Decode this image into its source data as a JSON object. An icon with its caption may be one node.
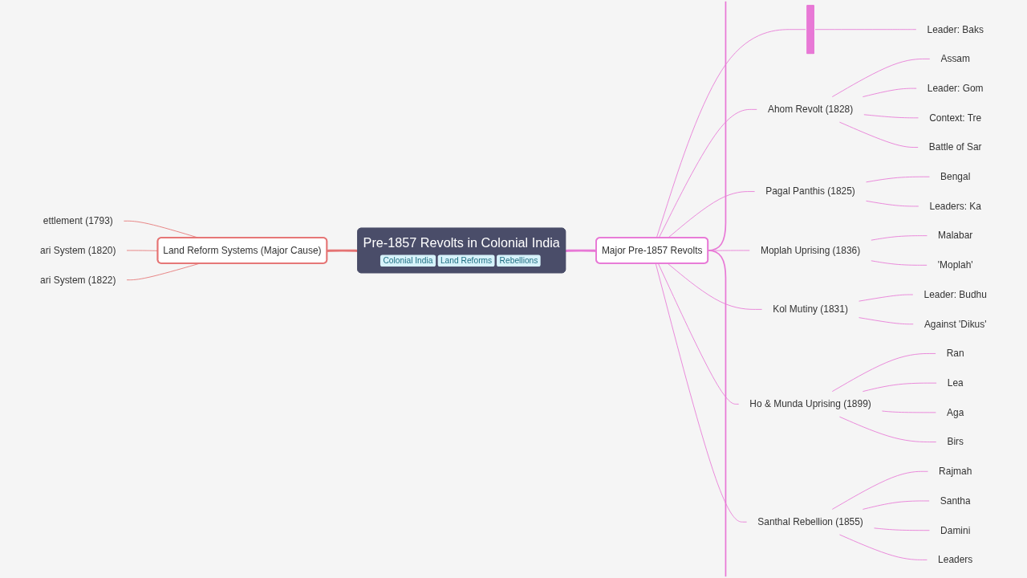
{
  "diagram": {
    "nodes": [
      {
        "text": [
          "Pre-1857 Revolts in Colonial India",
          "Colonial India",
          "Land Reforms",
          "Rebellions"
        ]
      },
      {
        "text": [
          "Land Reform Systems (Major Cause)"
        ]
      },
      {
        "text": [
          "ettlement (1793)"
        ]
      },
      {
        "text": [
          "ari System (1820)"
        ]
      },
      {
        "text": [
          "ari System (1822)"
        ]
      },
      {
        "text": [
          "Major Pre-1857 Revolts"
        ]
      },
      {
        "text": [],
        "shape": "bar"
      },
      {
        "text": [
          "Leader: Baks"
        ]
      },
      {
        "text": [
          "Ahom Revolt (1828)"
        ]
      },
      {
        "text": [
          "Assam"
        ]
      },
      {
        "text": [
          "Leader: Gom"
        ]
      },
      {
        "text": [
          "Context: Tre"
        ]
      },
      {
        "text": [
          "Battle of Sar"
        ]
      },
      {
        "text": [
          "Pagal Panthis (1825)"
        ]
      },
      {
        "text": [
          "Bengal"
        ]
      },
      {
        "text": [
          "Leaders: Ka"
        ]
      },
      {
        "text": [
          "Moplah Uprising (1836)"
        ]
      },
      {
        "text": [
          "Malabar"
        ]
      },
      {
        "text": [
          "'Moplah'"
        ]
      },
      {
        "text": [
          "Kol Mutiny (1831)"
        ]
      },
      {
        "text": [
          "Leader: Budhu"
        ]
      },
      {
        "text": [
          "Against 'Dikus'"
        ]
      },
      {
        "text": [
          "Ho & Munda Uprising (1899)"
        ]
      },
      {
        "text": [
          "Ran"
        ]
      },
      {
        "text": [
          "Lea"
        ]
      },
      {
        "text": [
          "Aga"
        ]
      },
      {
        "text": [
          "Birs"
        ]
      },
      {
        "text": [
          "Santhal Rebellion (1855)"
        ]
      },
      {
        "text": [
          "Rajmah"
        ]
      },
      {
        "text": [
          "Santha"
        ]
      },
      {
        "text": [
          "Damini"
        ]
      },
      {
        "text": [
          "Leaders"
        ]
      }
    ],
    "edges": [
      {
        "from": 1,
        "to": 0,
        "arrow": "none",
        "style": "thick",
        "color": "#e57373"
      },
      {
        "from": 2,
        "to": 1,
        "arrow": "none",
        "color": "#e57373"
      },
      {
        "from": 3,
        "to": 1,
        "arrow": "none",
        "color": "#e57373"
      },
      {
        "from": 4,
        "to": 1,
        "arrow": "none",
        "color": "#e57373"
      },
      {
        "from": 0,
        "to": 5,
        "arrow": "none",
        "style": "thick"
      },
      {
        "from": 5,
        "to": null,
        "arrow": "none"
      },
      {
        "from": 5,
        "to": 6,
        "arrow": "none"
      },
      {
        "from": 6,
        "to": 7,
        "arrow": "none"
      },
      {
        "from": 5,
        "to": 8,
        "arrow": "none"
      },
      {
        "from": 8,
        "to": 9,
        "arrow": "none"
      },
      {
        "from": 8,
        "to": 10,
        "arrow": "none"
      },
      {
        "from": 8,
        "to": 11,
        "arrow": "none"
      },
      {
        "from": 8,
        "to": 12,
        "arrow": "none"
      },
      {
        "from": 5,
        "to": 13,
        "arrow": "none"
      },
      {
        "from": 13,
        "to": 14,
        "arrow": "none"
      },
      {
        "from": 13,
        "to": 15,
        "arrow": "none"
      },
      {
        "from": 5,
        "to": 16,
        "arrow": "none"
      },
      {
        "from": 16,
        "to": 17,
        "arrow": "none"
      },
      {
        "from": 16,
        "to": 18,
        "arrow": "none"
      },
      {
        "from": 5,
        "to": 19,
        "arrow": "none"
      },
      {
        "from": 19,
        "to": 20,
        "arrow": "none"
      },
      {
        "from": 19,
        "to": 21,
        "arrow": "none"
      },
      {
        "from": 5,
        "to": 22,
        "arrow": "none"
      },
      {
        "from": 22,
        "to": 23,
        "arrow": "none"
      },
      {
        "from": 22,
        "to": 24,
        "arrow": "none"
      },
      {
        "from": 22,
        "to": 25,
        "arrow": "none"
      },
      {
        "from": 22,
        "to": 26,
        "arrow": "none"
      },
      {
        "from": 5,
        "to": 27,
        "arrow": "none"
      },
      {
        "from": 27,
        "to": 28,
        "arrow": "none"
      },
      {
        "from": 27,
        "to": 29,
        "arrow": "none"
      },
      {
        "from": 27,
        "to": 30,
        "arrow": "none"
      },
      {
        "from": 27,
        "to": 31,
        "arrow": "none"
      },
      {
        "from": 5,
        "to": null,
        "arrow": "none"
      }
    ]
  }
}
